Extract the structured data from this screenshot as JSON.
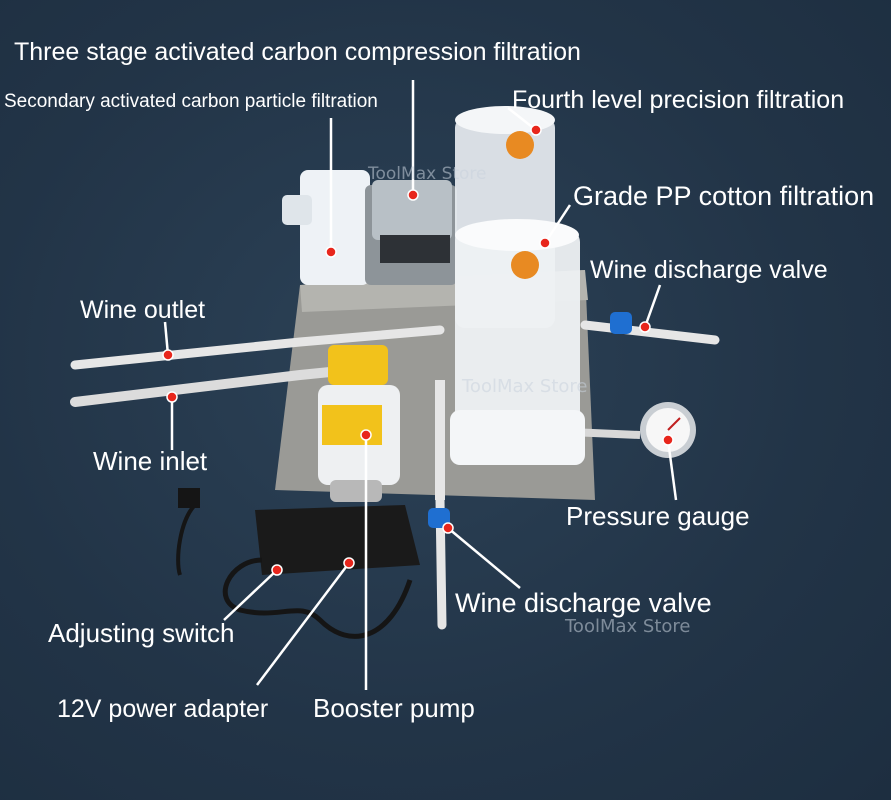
{
  "labels": {
    "three_stage": "Three stage activated carbon compression filtration",
    "secondary": "Secondary activated carbon particle filtration",
    "fourth_level": "Fourth level precision filtration",
    "grade_pp": "Grade PP cotton filtration",
    "discharge_valve_top": "Wine discharge valve",
    "wine_outlet": "Wine outlet",
    "wine_inlet": "Wine inlet",
    "pressure_gauge": "Pressure gauge",
    "discharge_valve_bottom": "Wine discharge valve",
    "adjusting_switch": "Adjusting switch",
    "power_adapter": "12V power adapter",
    "booster_pump": "Booster pump"
  },
  "watermark": "ToolMax Store",
  "colors": {
    "background": "#223447",
    "label_text": "#ffffff",
    "marker_dot": "#e8261c",
    "leader_line": "#ffffff",
    "valve_handle": "#1f6fd1",
    "pump_body": "#f2c21b"
  }
}
